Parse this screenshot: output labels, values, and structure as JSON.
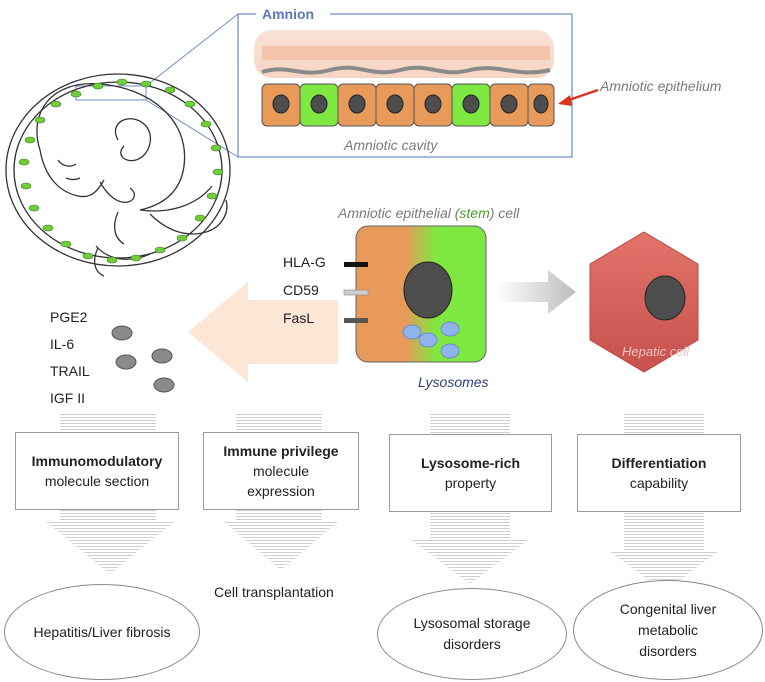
{
  "amnion": {
    "title": "Amnion",
    "epithelium_label": "Amniotic epithelium",
    "cavity_label": "Amniotic cavity"
  },
  "cell": {
    "title_pre": "Amniotic epithelial (",
    "title_stem": "stem",
    "title_post": ") cell",
    "markers": [
      "HLA-G",
      "CD59",
      "FasL"
    ],
    "lysosomes_label": "Lysosomes"
  },
  "hepatic": {
    "label": "Hepatic cell"
  },
  "secreted": [
    "PGE2",
    "IL-6",
    "TRAIL",
    "IGF II"
  ],
  "properties": [
    {
      "bold": "Immunomodulatory",
      "rest": "molecule section"
    },
    {
      "bold": "Immune privilege",
      "rest": "molecule expression"
    },
    {
      "bold": "Lysosome-rich",
      "rest": "property"
    },
    {
      "bold": "Differentiation",
      "rest": "capability"
    }
  ],
  "outcomes": {
    "transplant": "Cell transplantation",
    "o1": "Hepatitis/Liver fibrosis",
    "o3_l1": "Lysosomal storage",
    "o3_l2": "disorders",
    "o4_l1": "Congenital liver",
    "o4_l2": "metabolic",
    "o4_l3": "disorders"
  },
  "colors": {
    "orange": "#e89a5a",
    "green": "#7ee840",
    "nucleus": "#4d4d4d",
    "lysosome": "#8fb3ea",
    "hepatic": "#d9655f",
    "amnion_frame": "#6b8cc9",
    "arrow_red": "#d9351f"
  }
}
